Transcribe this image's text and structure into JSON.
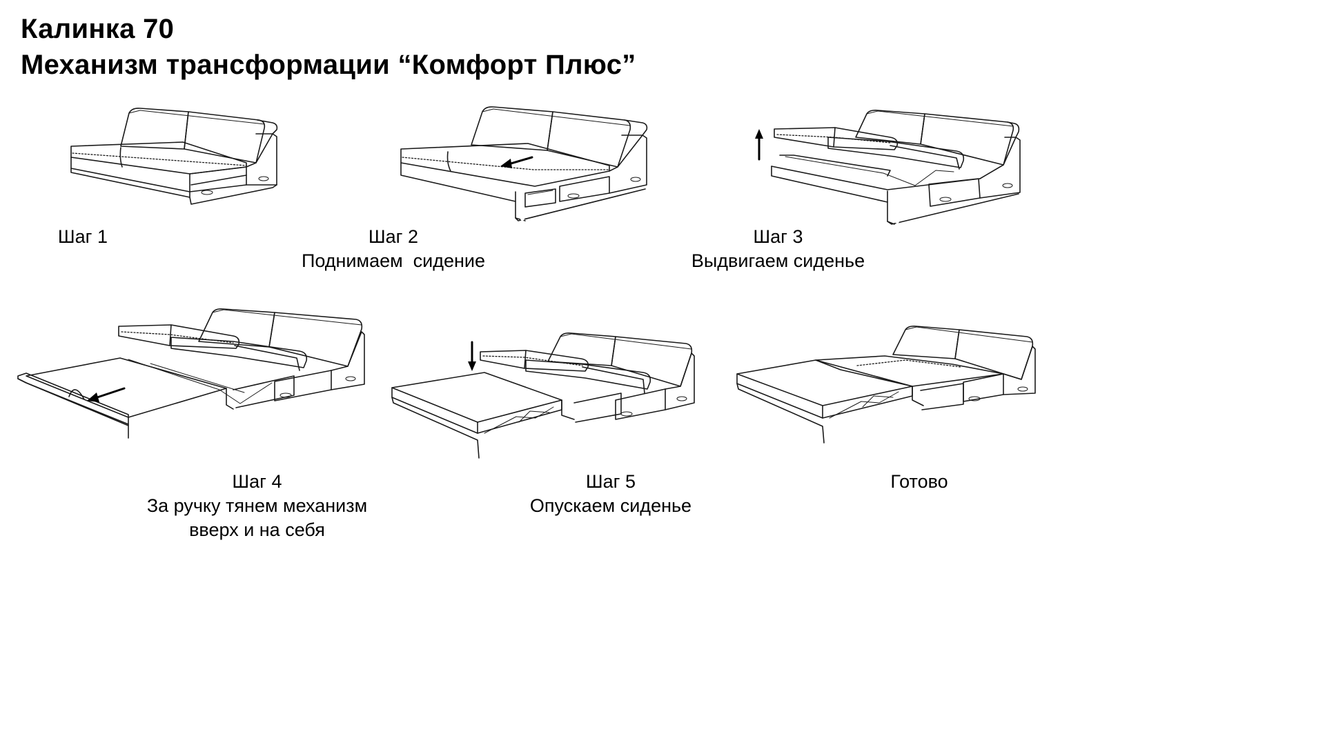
{
  "header": {
    "title_line1": "Калинка 70",
    "title_line2": "Механизм трансформации “Комфорт Плюс”"
  },
  "steps": [
    {
      "label": "Шаг 1",
      "text1": "",
      "text2": ""
    },
    {
      "label": "Шаг 2",
      "text1": "Поднимаем  сидение",
      "text2": ""
    },
    {
      "label": "Шаг 3",
      "text1": "Выдвигаем сиденье",
      "text2": ""
    },
    {
      "label": "Шаг 4",
      "text1": "За ручку тянем механизм",
      "text2": "вверх и на себя"
    },
    {
      "label": "Шаг 5",
      "text1": "Опускаем сиденье",
      "text2": ""
    },
    {
      "label": "Готово",
      "text1": "",
      "text2": ""
    }
  ]
}
